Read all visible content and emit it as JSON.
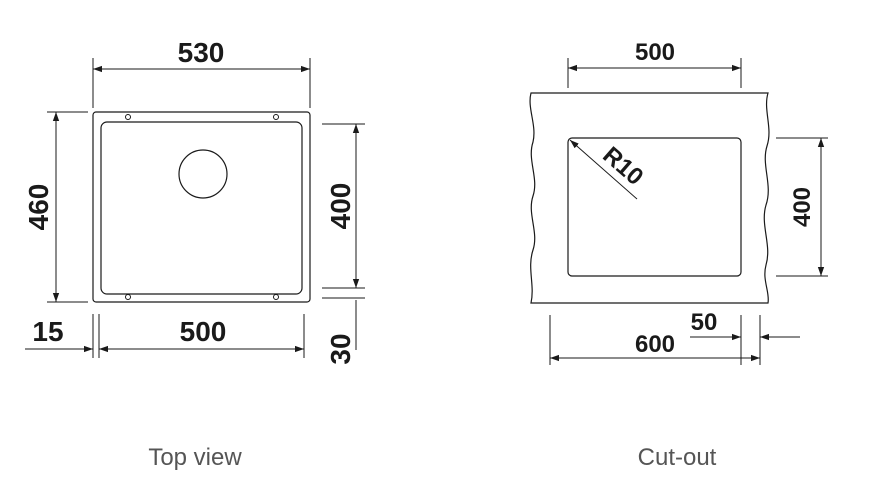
{
  "top_view": {
    "caption": "Top view",
    "dims": {
      "overall_width": "530",
      "overall_depth": "460",
      "bowl_depth": "400",
      "rim_offset": "15",
      "bowl_width": "500",
      "rim_bottom": "30"
    }
  },
  "cut_out": {
    "caption": "Cut-out",
    "dims": {
      "width_top": "500",
      "radius": "R10",
      "depth": "400",
      "overall_width": "600",
      "edge_offset": "50"
    }
  },
  "colors": {
    "line": "#1a1a1a",
    "caption": "#555555"
  }
}
